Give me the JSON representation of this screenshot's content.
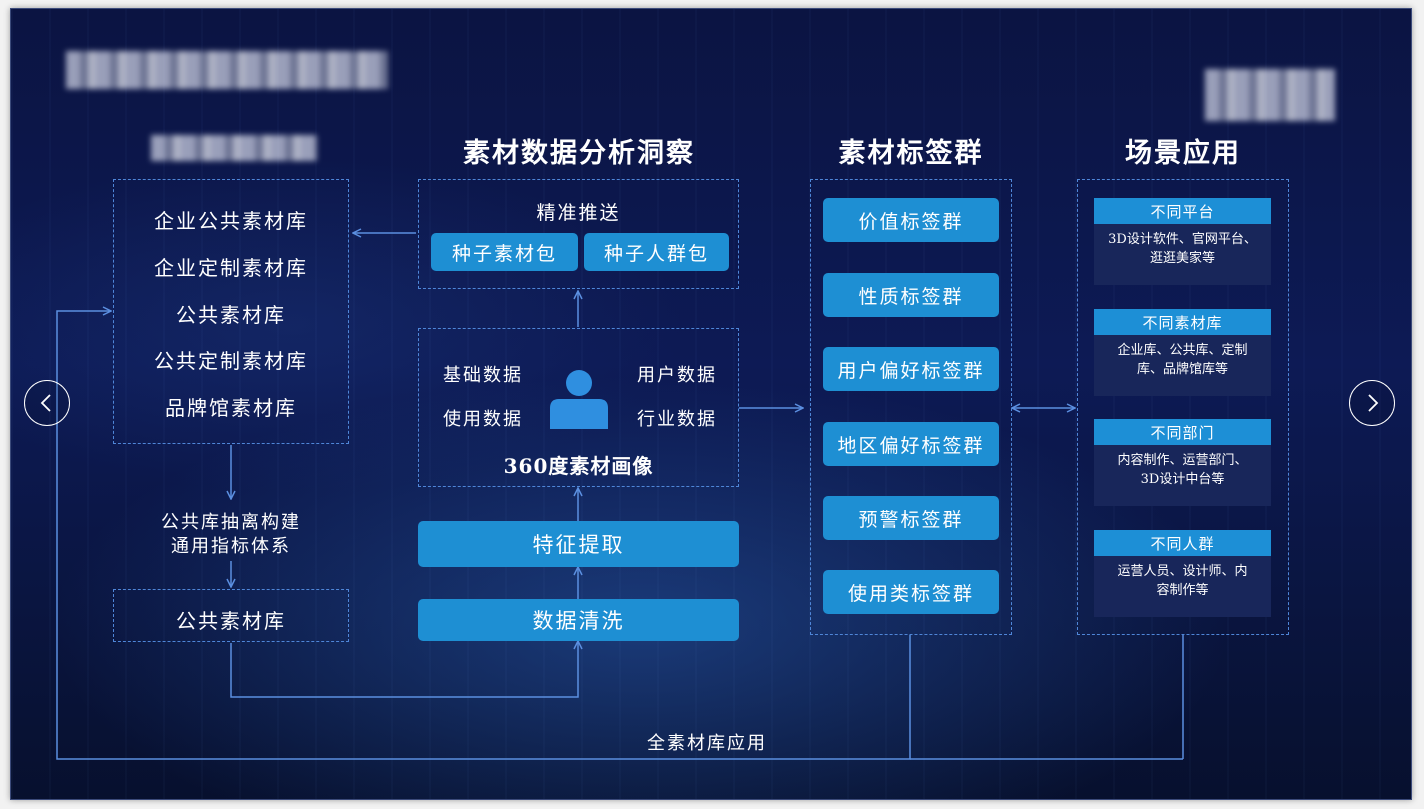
{
  "columns": {
    "analysis_title": "素材数据分析洞察",
    "tags_title": "素材标签群",
    "scenes_title": "场景应用"
  },
  "library": {
    "items": [
      "企业公共素材库",
      "企业定制素材库",
      "公共素材库",
      "公共定制素材库",
      "品牌馆素材库"
    ],
    "build_note_line1": "公共库抽离构建",
    "build_note_line2": "通用指标体系",
    "public_lib": "公共素材库"
  },
  "analysis": {
    "recommend_label": "精准推送",
    "seed_material": "种子素材包",
    "seed_crowd": "种子人群包",
    "basic_data": "基础数据",
    "user_data": "用户数据",
    "usage_data": "使用数据",
    "industry_data": "行业数据",
    "portrait_label": "360度素材画像",
    "feature_extract": "特征提取",
    "data_clean": "数据清洗"
  },
  "tags": [
    "价值标签群",
    "性质标签群",
    "用户偏好标签群",
    "地区偏好标签群",
    "预警标签群",
    "使用类标签群"
  ],
  "scenes": [
    {
      "title": "不同平台",
      "desc_line1": "3D设计软件、官网平台、",
      "desc_line2": "逛逛美家等"
    },
    {
      "title": "不同素材库",
      "desc_line1": "企业库、公共库、定制",
      "desc_line2": "库、品牌馆库等"
    },
    {
      "title": "不同部门",
      "desc_line1": "内容制作、运营部门、",
      "desc_line2": "3D设计中台等"
    },
    {
      "title": "不同人群",
      "desc_line1": "运营人员、设计师、内",
      "desc_line2": "容制作等"
    }
  ],
  "footer_label": "全素材库应用",
  "icons": {
    "user": "user-avatar-icon",
    "prev": "chevron-left-icon",
    "next": "chevron-right-icon"
  },
  "colors": {
    "accent": "#1e8fd3",
    "line": "#5b8fe0",
    "background": "#0b1442"
  }
}
